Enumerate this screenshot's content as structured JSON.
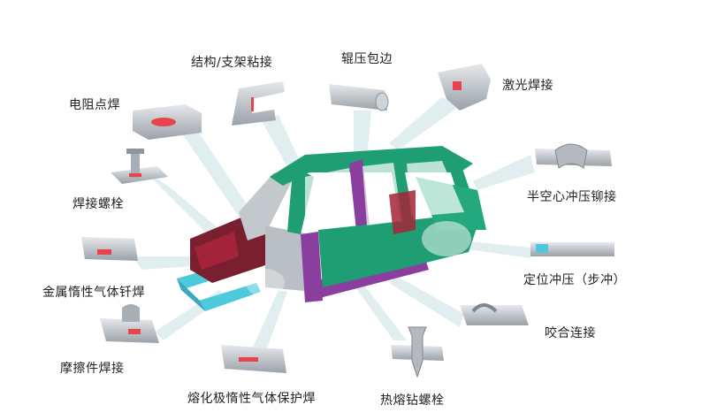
{
  "labels": {
    "structural_adhesive": "结构/支架粘接",
    "roller_hemming": "辊压包边",
    "laser_welding": "激光焊接",
    "resistance_spot_welding": "电阻点焊",
    "weld_bolt": "焊接螺栓",
    "self_piercing_rivet": "半空心冲压铆接",
    "mig_brazing": "金属惰性气体钎焊",
    "clinching": "定位冲压（步冲）",
    "friction_element_welding": "摩擦件焊接",
    "hemming_joint": "咬合连接",
    "mag_welding": "熔化极惰性气体保护焊",
    "flow_drill_screw": "热熔钻螺栓"
  },
  "colors": {
    "body_green": "#1f9e74",
    "body_purple": "#8a3f9e",
    "body_gray": "#b9bfc4",
    "body_red": "#a3243a",
    "rail_cyan": "#4ec9dc",
    "sample_metal": "#c9ced3",
    "joint_red": "#e8434c",
    "callout_beam": "#dcecee"
  }
}
